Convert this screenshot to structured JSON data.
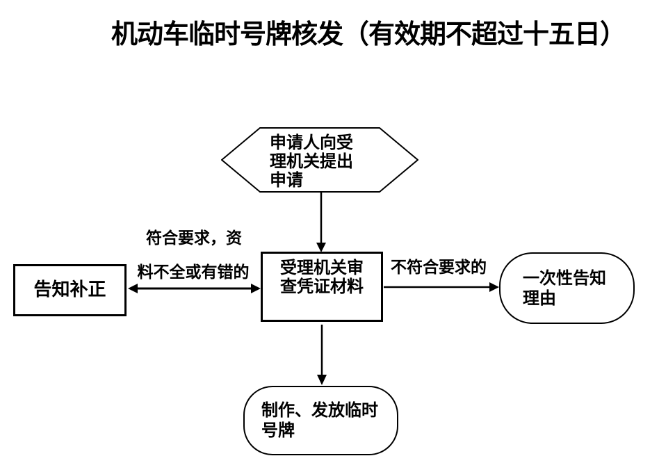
{
  "title": "机动车临时号牌核发（有效期不超过十五日）",
  "nodes": {
    "applicant": {
      "shape": "hexagon",
      "lines": [
        "申请人向受",
        "理机关提出",
        "申请"
      ]
    },
    "review": {
      "shape": "rectangle",
      "lines": [
        "受理机关审",
        "查凭证材料"
      ]
    },
    "notify_correction": {
      "shape": "rectangle",
      "lines": [
        "告知补正"
      ]
    },
    "onetime_notice": {
      "shape": "stadium",
      "lines": [
        "一次性告知",
        "理由"
      ]
    },
    "issue_plates": {
      "shape": "stadium",
      "lines": [
        "制作、发放临时",
        "号牌"
      ]
    }
  },
  "edge_labels": {
    "meet_requirements_line1": "符合要求，资",
    "meet_requirements_line2": "料不全或有错的",
    "not_meet_requirements": "不符合要求的"
  },
  "colors": {
    "stroke": "#000000",
    "fill": "#ffffff",
    "text": "#000000",
    "background": "#ffffff"
  }
}
